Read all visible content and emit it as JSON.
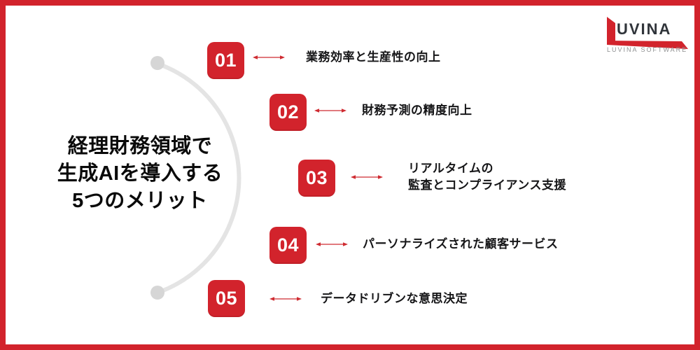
{
  "colors": {
    "accent_red": "#d2232c",
    "arrow_red": "#cf2b31",
    "arc_gray": "#e4e4e4",
    "dot_gray": "#d6d6d6",
    "title_black": "#0a0a0a",
    "label_black": "#161618",
    "logo_text_dark": "#30343a",
    "logo_subtitle_gray": "#8f9091"
  },
  "title": {
    "text": "経理財務領域で\n生成AIを導入する\n5つのメリット"
  },
  "items": [
    {
      "number": "01",
      "label": "業務効率と生産性の向上"
    },
    {
      "number": "02",
      "label": "財務予測の精度向上"
    },
    {
      "number": "03",
      "label": "リアルタイムの\n監査とコンプライアンス支援"
    },
    {
      "number": "04",
      "label": "パーソナライズされた顧客サービス"
    },
    {
      "number": "05",
      "label": "データドリブンな意思決定"
    }
  ],
  "logo": {
    "brand_text": "UVINA",
    "subtitle": "LUVINA SOFTWARE"
  }
}
